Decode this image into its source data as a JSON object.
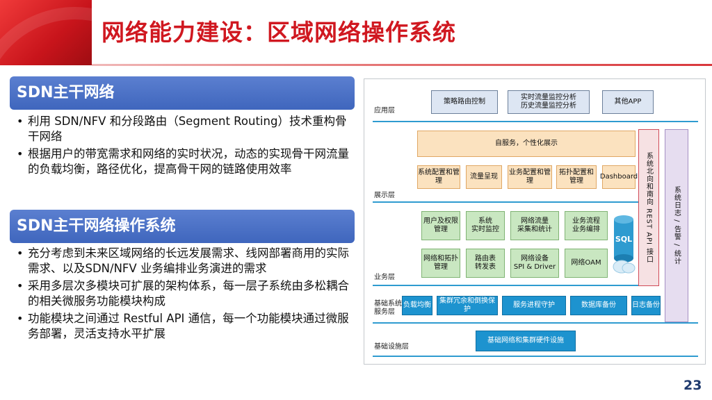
{
  "header": {
    "title": "网络能力建设：区域网络操作系统"
  },
  "section1": {
    "heading": "SDN主干网络",
    "bullets": [
      "利用 SDN/NFV 和分段路由（Segment Routing）技术重构骨干网络",
      "根据用户的带宽需求和网络的实时状况，动态的实现骨干网流量的负载均衡，路径优化，提高骨干网的链路使用效率"
    ]
  },
  "section2": {
    "heading": "SDN主干网络操作系统",
    "bullets": [
      "充分考虑到未来区域网络的长远发展需求、线网部署商用的实际需求、以及SDN/NFV 业务编排业务演进的需求",
      "采用多层次多模块可扩展的架构体系，每一层子系统由多松耦合的相关微服务功能模块构成",
      "功能模块之间通过 Restful API 通信，每一个功能模块通过微服务部署，灵活支持水平扩展"
    ]
  },
  "diagram": {
    "layers": {
      "app": "应用层",
      "display": "展示层",
      "service": "业务层",
      "base_sys": "基础系统服务层",
      "infra": "基础设施层"
    },
    "app_boxes": [
      "策略路由控制",
      "实时流量监控分析\n历史流量监控分析",
      "其他APP"
    ],
    "self_service": "自服务，个性化展示",
    "display_boxes": [
      "系统配置和管理",
      "流量呈现",
      "业务配置和管理",
      "拓扑配置和管理",
      "Dashboard"
    ],
    "service_row1": [
      "用户及权限管理",
      "系统\n实时监控",
      "网络流量\n采集和统计",
      "业务流程\n业务编排"
    ],
    "service_row2": [
      "网络和拓扑管理",
      "路由表\n转发表",
      "网络设备\nSPI & Driver",
      "网络OAM"
    ],
    "sql_label": "SQL",
    "base_boxes": [
      "负载均衡",
      "集群冗余和倒换保护",
      "服务进程守护",
      "数据库备份",
      "日志备份"
    ],
    "infra_box": "基础网络和集群硬件设施",
    "vertical_api": "系统北向和南向 REST API 接口",
    "vertical_log": "系统日志 / 告警 / 统计",
    "colors": {
      "line": "#2e9bd0",
      "blue_box": "#1d93cf",
      "green_box": "#c9e7c1",
      "orange_box": "#fbe2bf"
    }
  },
  "page_number": "23"
}
